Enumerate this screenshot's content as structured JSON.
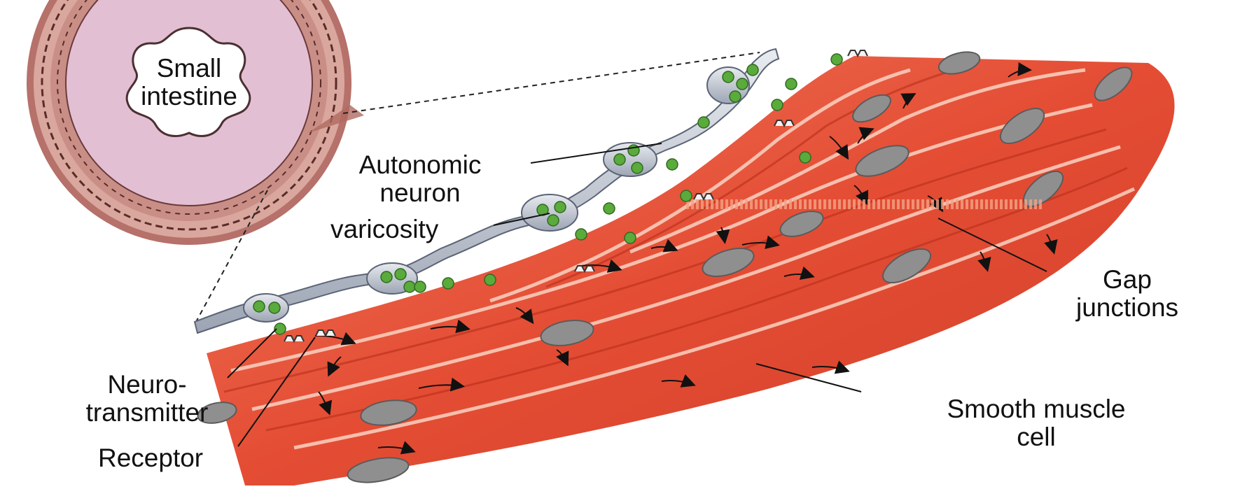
{
  "diagram": {
    "inset_label": {
      "line1": "Small",
      "line2": "intestine"
    },
    "labels": {
      "autonomic_neuron": {
        "line1": "Autonomic",
        "line2": "neuron"
      },
      "varicosity": "varicosity",
      "gap_junctions": {
        "line1": "Gap",
        "line2": "junctions"
      },
      "neurotransmitter": {
        "line1": "Neuro-",
        "line2": "transmitter"
      },
      "receptor": "Receptor",
      "smooth_muscle_cell": {
        "line1": "Smooth muscle",
        "line2": "cell"
      }
    },
    "colors": {
      "muscle": "#e8523a",
      "muscle_dark": "#c93a25",
      "muscle_light": "#f48a6c",
      "nucleus": "#8f8f8f",
      "neuron": "#c7ccd6",
      "vesicle": "#5aaa3c",
      "intestine_ring": "#c98f86",
      "intestine_inner": "#e3bfd4"
    },
    "icons": [
      "signal-arrow-icon",
      "vesicle-dot-icon",
      "receptor-icon"
    ]
  }
}
